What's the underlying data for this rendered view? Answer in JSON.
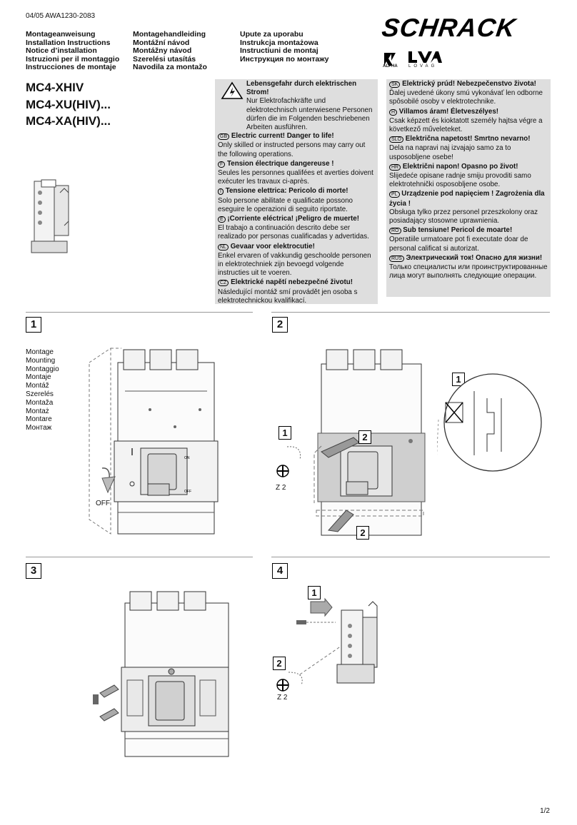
{
  "header": {
    "doc_ref": "04/05 AWA1230-2083",
    "languages_col1": [
      "Montageanweisung",
      "Installation Instructions",
      "Notice d’installation",
      "Istruzioni per il montaggio",
      "Instrucciones de montaje"
    ],
    "languages_col2": [
      "Montagehandleiding",
      "Montážní návod",
      "Montážny návod",
      "Szerelési utasítás",
      "Navodila za montažo"
    ],
    "languages_col3": [
      "Upute za uporabu",
      "Instrukcja montażowa",
      "Instructiuni de montaj",
      "Инструкция по монтажу"
    ],
    "brand": "SCHRACK",
    "cert_alpha": "ALPHA",
    "cert_lovag": "LOVAG"
  },
  "models": [
    "MC4-XHIV",
    "MC4-XU(HIV)...",
    "MC4-XA(HIV)..."
  ],
  "warnings_left": [
    {
      "title": "Lebensgefahr durch elektrischen Strom!",
      "body": "Nur Elektrofachkräfte und elektrotechnisch unterwiesene Personen dürfen die im Folgenden beschriebenen Arbeiten ausführen."
    },
    {
      "code": "GB",
      "title": "Electric current! Danger to life!",
      "body": "Only skilled or instructed persons may carry out the following operations."
    },
    {
      "code": "F",
      "title": "Tension électrique dangereuse !",
      "body": "Seules les personnes qualifées et averties doivent exécuter les travaux ci-après."
    },
    {
      "code": "I",
      "title": "Tensione elettrica: Pericolo di morte!",
      "body": "Solo persone abilitate e qualificate possono eseguire le operazioni di seguito riportate."
    },
    {
      "code": "E",
      "title": "¡Corriente eléctrica! ¡Peligro de muerte!",
      "body": "El trabajo a continuación descrito debe ser realizado por personas cualificadas y advertidas."
    },
    {
      "code": "NL",
      "title": "Gevaar voor elektrocutie!",
      "body": "Enkel ervaren of vakkundig geschoolde personen in elektrotechniek zijn bevoegd volgende instructies uit te voeren."
    },
    {
      "code": "CZ",
      "title": "Elektrické napětí nebezpečné životu!",
      "body": "Následující montáž smí provádět jen osoba s elektrotechnickou kvalifikací."
    }
  ],
  "warnings_right": [
    {
      "code": "SK",
      "title": "Elektrický prúd! Nebezpečenstvo života!",
      "body": "Ďalej uvedené úkony smú vykonávať len odborne spôsobilé osoby v elektrotechnike."
    },
    {
      "code": "H",
      "title": "Villamos áram! Életveszélyes!",
      "body": "Csak képzett és kioktatott személy hajtsa végre a következő műveleteket."
    },
    {
      "code": "SLO",
      "title": "Električna napetost! Smrtno nevarno!",
      "body": "Dela na napravi naj izvajajo samo za to usposobljene osebe!"
    },
    {
      "code": "HR",
      "title": "Električni napon! Opasno po život!",
      "body": "Slijedeće opisane radnje smiju provoditi samo elektrotehnički osposobljene osobe."
    },
    {
      "code": "PL",
      "title": "Urządzenie pod napięciem ! Zagrożenia dla życia !",
      "body": "Obsługa tylko przez personel przeszkolony oraz posiadający stosowne uprawnienia."
    },
    {
      "code": "RO",
      "title": "Sub tensiune! Pericol de moarte!",
      "body": "Operatiile urmatoare pot fi executate doar de personal calificat si autorizat."
    },
    {
      "code": "RUS",
      "title": "Электрический ток! Опасно для жизни!",
      "body": "Только специалисты или проинструктированные лица могут выполнять следующие операции."
    }
  ],
  "steps": {
    "s1": {
      "num": "1",
      "mount_labels": [
        "Montage",
        "Mounting",
        "Montaggio",
        "Montaje",
        "Montáž",
        "Szerelés",
        "Montaža",
        "Montaż",
        "Montare",
        "Монтаж"
      ],
      "off_label": "OFF"
    },
    "s2": {
      "num": "2",
      "sub1": "1",
      "sub2": "2",
      "sub2b": "2",
      "detail": "1",
      "tool": "Z 2"
    },
    "s3": {
      "num": "3"
    },
    "s4": {
      "num": "4",
      "sub1": "1",
      "sub2": "2",
      "tool": "Z 2"
    }
  },
  "page_number": "1/2"
}
